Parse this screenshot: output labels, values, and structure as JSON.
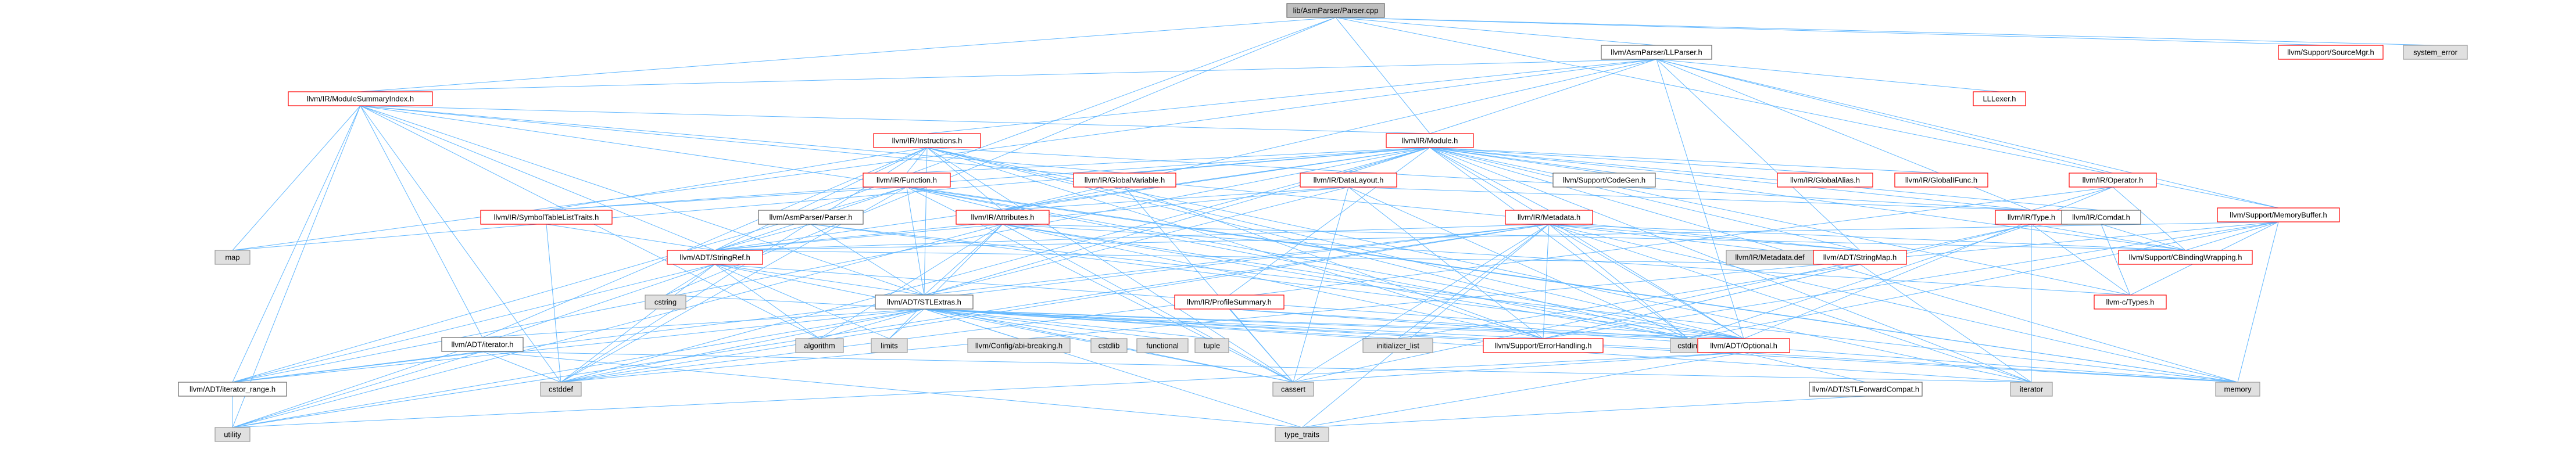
{
  "graph": {
    "root": "lib/AsmParser/Parser.cpp",
    "colors": {
      "edge": "#63b8ff",
      "root_fill": "#bfbfbf",
      "root_border": "#666666",
      "doc_fill": "#ffffff",
      "doc_border_missing": "#ff0000",
      "doc_border": "#666666",
      "system_fill": "#e0e0e0",
      "system_border": "#999999"
    },
    "nodes": [
      {
        "id": "root",
        "label": "lib/AsmParser/Parser.cpp",
        "kind": "root"
      },
      {
        "id": "llparser",
        "label": "llvm/AsmParser/LLParser.h",
        "kind": "doc"
      },
      {
        "id": "sourcemgr",
        "label": "llvm/Support/SourceMgr.h",
        "kind": "missing"
      },
      {
        "id": "system_error",
        "label": "system_error",
        "kind": "system"
      },
      {
        "id": "modsum",
        "label": "llvm/IR/ModuleSummaryIndex.h",
        "kind": "missing"
      },
      {
        "id": "lllexer",
        "label": "LLLexer.h",
        "kind": "missing"
      },
      {
        "id": "module",
        "label": "llvm/IR/Module.h",
        "kind": "missing"
      },
      {
        "id": "instructions",
        "label": "llvm/IR/Instructions.h",
        "kind": "missing"
      },
      {
        "id": "operator",
        "label": "llvm/IR/Operator.h",
        "kind": "missing"
      },
      {
        "id": "function",
        "label": "llvm/IR/Function.h",
        "kind": "missing"
      },
      {
        "id": "globalvariable",
        "label": "llvm/IR/GlobalVariable.h",
        "kind": "missing"
      },
      {
        "id": "datalayout",
        "label": "llvm/IR/DataLayout.h",
        "kind": "missing"
      },
      {
        "id": "codegen",
        "label": "llvm/Support/CodeGen.h",
        "kind": "doc"
      },
      {
        "id": "globalalias",
        "label": "llvm/IR/GlobalAlias.h",
        "kind": "missing"
      },
      {
        "id": "globalifunc",
        "label": "llvm/IR/GlobalIFunc.h",
        "kind": "missing"
      },
      {
        "id": "memorybuffer",
        "label": "llvm/Support/MemoryBuffer.h",
        "kind": "missing"
      },
      {
        "id": "symtab",
        "label": "llvm/IR/SymbolTableListTraits.h",
        "kind": "missing"
      },
      {
        "id": "asmparserparser",
        "label": "llvm/AsmParser/Parser.h",
        "kind": "doc"
      },
      {
        "id": "attributes",
        "label": "llvm/IR/Attributes.h",
        "kind": "missing"
      },
      {
        "id": "metadata",
        "label": "llvm/IR/Metadata.h",
        "kind": "missing"
      },
      {
        "id": "type",
        "label": "llvm/IR/Type.h",
        "kind": "missing"
      },
      {
        "id": "comdat",
        "label": "llvm/IR/Comdat.h",
        "kind": "doc"
      },
      {
        "id": "map",
        "label": "map",
        "kind": "system"
      },
      {
        "id": "stringref",
        "label": "llvm/ADT/StringRef.h",
        "kind": "missing"
      },
      {
        "id": "metadatadef",
        "label": "llvm/IR/Metadata.def",
        "kind": "system"
      },
      {
        "id": "stringmap",
        "label": "llvm/ADT/StringMap.h",
        "kind": "missing"
      },
      {
        "id": "cbinding",
        "label": "llvm/Support/CBindingWrapping.h",
        "kind": "missing"
      },
      {
        "id": "cstring",
        "label": "cstring",
        "kind": "system"
      },
      {
        "id": "profilesummary",
        "label": "llvm/IR/ProfileSummary.h",
        "kind": "missing"
      },
      {
        "id": "ctypes",
        "label": "llvm-c/Types.h",
        "kind": "missing"
      },
      {
        "id": "stlextras",
        "label": "llvm/ADT/STLExtras.h",
        "kind": "doc"
      },
      {
        "id": "adtiterator",
        "label": "llvm/ADT/iterator.h",
        "kind": "doc"
      },
      {
        "id": "algorithm",
        "label": "algorithm",
        "kind": "system"
      },
      {
        "id": "limits",
        "label": "limits",
        "kind": "system"
      },
      {
        "id": "configabi",
        "label": "llvm/Config/abi-breaking.h",
        "kind": "system"
      },
      {
        "id": "cstdlib",
        "label": "cstdlib",
        "kind": "system"
      },
      {
        "id": "functional",
        "label": "functional",
        "kind": "system"
      },
      {
        "id": "tuple",
        "label": "tuple",
        "kind": "system"
      },
      {
        "id": "initlist",
        "label": "initializer_list",
        "kind": "system"
      },
      {
        "id": "errorhandling",
        "label": "llvm/Support/ErrorHandling.h",
        "kind": "missing"
      },
      {
        "id": "cstdint",
        "label": "cstdint",
        "kind": "system"
      },
      {
        "id": "optional",
        "label": "llvm/ADT/Optional.h",
        "kind": "missing"
      },
      {
        "id": "iteratorrange",
        "label": "llvm/ADT/iterator_range.h",
        "kind": "doc"
      },
      {
        "id": "cstddef",
        "label": "cstddef",
        "kind": "system"
      },
      {
        "id": "cassert",
        "label": "cassert",
        "kind": "system"
      },
      {
        "id": "stlforward",
        "label": "llvm/ADT/STLForwardCompat.h",
        "kind": "doc"
      },
      {
        "id": "iterator",
        "label": "iterator",
        "kind": "system"
      },
      {
        "id": "memory",
        "label": "memory",
        "kind": "system"
      },
      {
        "id": "utility",
        "label": "utility",
        "kind": "system"
      },
      {
        "id": "typetraits",
        "label": "type_traits",
        "kind": "system"
      }
    ],
    "edges": [
      [
        "root",
        "llparser"
      ],
      [
        "root",
        "sourcemgr"
      ],
      [
        "root",
        "system_error"
      ],
      [
        "root",
        "modsum"
      ],
      [
        "root",
        "module"
      ],
      [
        "root",
        "asmparserparser"
      ],
      [
        "root",
        "memorybuffer"
      ],
      [
        "root",
        "cstring"
      ],
      [
        "llparser",
        "lllexer"
      ],
      [
        "llparser",
        "modsum"
      ],
      [
        "llparser",
        "instructions"
      ],
      [
        "llparser",
        "operator"
      ],
      [
        "llparser",
        "type"
      ],
      [
        "llparser",
        "module"
      ],
      [
        "llparser",
        "attributes"
      ],
      [
        "llparser",
        "stringmap"
      ],
      [
        "llparser",
        "memorybuffer"
      ],
      [
        "llparser",
        "map"
      ],
      [
        "llparser",
        "optional"
      ],
      [
        "modsum",
        "module"
      ],
      [
        "modsum",
        "stringref"
      ],
      [
        "modsum",
        "stringmap"
      ],
      [
        "modsum",
        "stlextras"
      ],
      [
        "modsum",
        "iteratorrange"
      ],
      [
        "modsum",
        "map"
      ],
      [
        "modsum",
        "cstddef"
      ],
      [
        "modsum",
        "algorithm"
      ],
      [
        "modsum",
        "memory"
      ],
      [
        "modsum",
        "utility"
      ],
      [
        "modsum",
        "globalvariable"
      ],
      [
        "modsum",
        "adtiterator"
      ],
      [
        "module",
        "function"
      ],
      [
        "module",
        "globalvariable"
      ],
      [
        "module",
        "datalayout"
      ],
      [
        "module",
        "codegen"
      ],
      [
        "module",
        "globalalias"
      ],
      [
        "module",
        "globalifunc"
      ],
      [
        "module",
        "attributes"
      ],
      [
        "module",
        "comdat"
      ],
      [
        "module",
        "metadata"
      ],
      [
        "module",
        "profilesummary"
      ],
      [
        "module",
        "symtab"
      ],
      [
        "module",
        "stringref"
      ],
      [
        "module",
        "stlextras"
      ],
      [
        "module",
        "stringmap"
      ],
      [
        "module",
        "type"
      ],
      [
        "module",
        "ctypes"
      ],
      [
        "module",
        "cbinding"
      ],
      [
        "module",
        "optional"
      ],
      [
        "module",
        "iteratorrange"
      ],
      [
        "module",
        "cstddef"
      ],
      [
        "module",
        "cstdint"
      ],
      [
        "module",
        "iterator"
      ],
      [
        "module",
        "memory"
      ],
      [
        "module",
        "map"
      ],
      [
        "instructions",
        "function"
      ],
      [
        "instructions",
        "attributes"
      ],
      [
        "instructions",
        "stringref"
      ],
      [
        "instructions",
        "stlextras"
      ],
      [
        "instructions",
        "symtab"
      ],
      [
        "instructions",
        "errorhandling"
      ],
      [
        "instructions",
        "iterator"
      ],
      [
        "instructions",
        "cassert"
      ],
      [
        "instructions",
        "cstddef"
      ],
      [
        "instructions",
        "cstdint"
      ],
      [
        "instructions",
        "optional"
      ],
      [
        "instructions",
        "adtiterator"
      ],
      [
        "instructions",
        "type"
      ],
      [
        "operator",
        "type"
      ],
      [
        "operator",
        "cbinding"
      ],
      [
        "operator",
        "cstddef"
      ],
      [
        "operator",
        "optional"
      ],
      [
        "function",
        "attributes"
      ],
      [
        "function",
        "symtab"
      ],
      [
        "function",
        "stringref"
      ],
      [
        "function",
        "iteratorrange"
      ],
      [
        "function",
        "cassert"
      ],
      [
        "function",
        "cstddef"
      ],
      [
        "function",
        "memory"
      ],
      [
        "function",
        "optional"
      ],
      [
        "function",
        "cstdint"
      ],
      [
        "function",
        "stlextras"
      ],
      [
        "globalvariable",
        "attributes"
      ],
      [
        "globalvariable",
        "cassert"
      ],
      [
        "globalvariable",
        "errorhandling"
      ],
      [
        "datalayout",
        "attributes"
      ],
      [
        "datalayout",
        "stringref"
      ],
      [
        "datalayout",
        "type"
      ],
      [
        "datalayout",
        "errorhandling"
      ],
      [
        "datalayout",
        "cassert"
      ],
      [
        "datalayout",
        "cstdint"
      ],
      [
        "datalayout",
        "stlextras"
      ],
      [
        "memorybuffer",
        "cbinding"
      ],
      [
        "memorybuffer",
        "ctypes"
      ],
      [
        "memorybuffer",
        "stringref"
      ],
      [
        "memorybuffer",
        "cstddef"
      ],
      [
        "memorybuffer",
        "cstdint"
      ],
      [
        "memorybuffer",
        "memory"
      ],
      [
        "memorybuffer",
        "errorhandling"
      ],
      [
        "symtab",
        "stringref"
      ],
      [
        "symtab",
        "cstddef"
      ],
      [
        "asmparserparser",
        "stringref"
      ],
      [
        "asmparserparser",
        "stlextras"
      ],
      [
        "asmparserparser",
        "memory"
      ],
      [
        "asmparserparser",
        "optional"
      ],
      [
        "attributes",
        "stringref"
      ],
      [
        "attributes",
        "stlextras"
      ],
      [
        "attributes",
        "cbinding"
      ],
      [
        "attributes",
        "ctypes"
      ],
      [
        "attributes",
        "optional"
      ],
      [
        "attributes",
        "algorithm"
      ],
      [
        "attributes",
        "cassert"
      ],
      [
        "attributes",
        "cstdint"
      ],
      [
        "attributes",
        "limits"
      ],
      [
        "attributes",
        "utility"
      ],
      [
        "attributes",
        "errorhandling"
      ],
      [
        "metadata",
        "stringref"
      ],
      [
        "metadata",
        "stlextras"
      ],
      [
        "metadata",
        "metadatadef"
      ],
      [
        "metadata",
        "cbinding"
      ],
      [
        "metadata",
        "errorhandling"
      ],
      [
        "metadata",
        "cassert"
      ],
      [
        "metadata",
        "cstddef"
      ],
      [
        "metadata",
        "cstdint"
      ],
      [
        "metadata",
        "iterator"
      ],
      [
        "metadata",
        "memory"
      ],
      [
        "metadata",
        "stringmap"
      ],
      [
        "metadata",
        "typetraits"
      ],
      [
        "metadata",
        "utility"
      ],
      [
        "metadata",
        "iteratorrange"
      ],
      [
        "metadata",
        "optional"
      ],
      [
        "metadata",
        "initlist"
      ],
      [
        "type",
        "cbinding"
      ],
      [
        "type",
        "ctypes"
      ],
      [
        "type",
        "errorhandling"
      ],
      [
        "type",
        "cassert"
      ],
      [
        "type",
        "cstdint"
      ],
      [
        "type",
        "iterator"
      ],
      [
        "comdat",
        "cbinding"
      ],
      [
        "comdat",
        "ctypes"
      ],
      [
        "stringref",
        "stlextras"
      ],
      [
        "stringref",
        "iteratorrange"
      ],
      [
        "stringref",
        "algorithm"
      ],
      [
        "stringref",
        "cassert"
      ],
      [
        "stringref",
        "cstddef"
      ],
      [
        "stringref",
        "cstring"
      ],
      [
        "stringref",
        "limits"
      ],
      [
        "stringref",
        "type_traits"
      ],
      [
        "stringref",
        "utility"
      ],
      [
        "stringref",
        "optional"
      ],
      [
        "stringmap",
        "stringref"
      ],
      [
        "stringmap",
        "iterator"
      ],
      [
        "stringmap",
        "initlist"
      ],
      [
        "stringmap",
        "errorhandling"
      ],
      [
        "profilesummary",
        "cassert"
      ],
      [
        "profilesummary",
        "cstdint"
      ],
      [
        "profilesummary",
        "memory"
      ],
      [
        "stlextras",
        "adtiterator"
      ],
      [
        "stlextras",
        "iteratorrange"
      ],
      [
        "stlextras",
        "configabi"
      ],
      [
        "stlextras",
        "errorhandling"
      ],
      [
        "stlextras",
        "algorithm"
      ],
      [
        "stlextras",
        "cassert"
      ],
      [
        "stlextras",
        "cstddef"
      ],
      [
        "stlextras",
        "cstdint"
      ],
      [
        "stlextras",
        "cstdlib"
      ],
      [
        "stlextras",
        "functional"
      ],
      [
        "stlextras",
        "initlist"
      ],
      [
        "stlextras",
        "iterator"
      ],
      [
        "stlextras",
        "limits"
      ],
      [
        "stlextras",
        "memory"
      ],
      [
        "stlextras",
        "tuple"
      ],
      [
        "stlextras",
        "typetraits"
      ],
      [
        "stlextras",
        "utility"
      ],
      [
        "stlextras",
        "optional"
      ],
      [
        "adtiterator",
        "iteratorrange"
      ],
      [
        "adtiterator",
        "cstddef"
      ],
      [
        "adtiterator",
        "iterator"
      ],
      [
        "adtiterator",
        "typetraits"
      ],
      [
        "adtiterator",
        "utility"
      ],
      [
        "optional",
        "stlforward"
      ],
      [
        "optional",
        "cassert"
      ],
      [
        "optional",
        "cstring"
      ],
      [
        "optional",
        "memory"
      ],
      [
        "optional",
        "utility"
      ],
      [
        "optional",
        "typetraits"
      ],
      [
        "iteratorrange",
        "utility"
      ],
      [
        "stlforward",
        "typetraits"
      ]
    ]
  }
}
